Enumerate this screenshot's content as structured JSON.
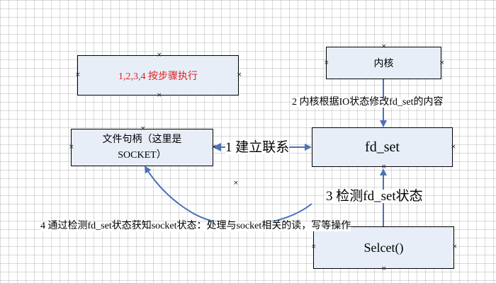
{
  "boxes": {
    "steps": "1,2,3,4 按步骤执行",
    "kernel": "内核",
    "file_handle": "文件句柄（这里是SOCKET）",
    "fd_set": "fd_set",
    "select": "Selcet()"
  },
  "labels": {
    "step1": "1 建立联系",
    "step2": "2 内核根据IO状态修改fd_set的内容",
    "step3": "3 检测fd_set状态",
    "step4": "4 通过检测fd_set状态获知socket状态：处理与socket相关的读，写等操作"
  },
  "colors": {
    "box_fill": "#e8eef8",
    "arrow": "#4a72b8",
    "steps_text": "#e02020"
  }
}
